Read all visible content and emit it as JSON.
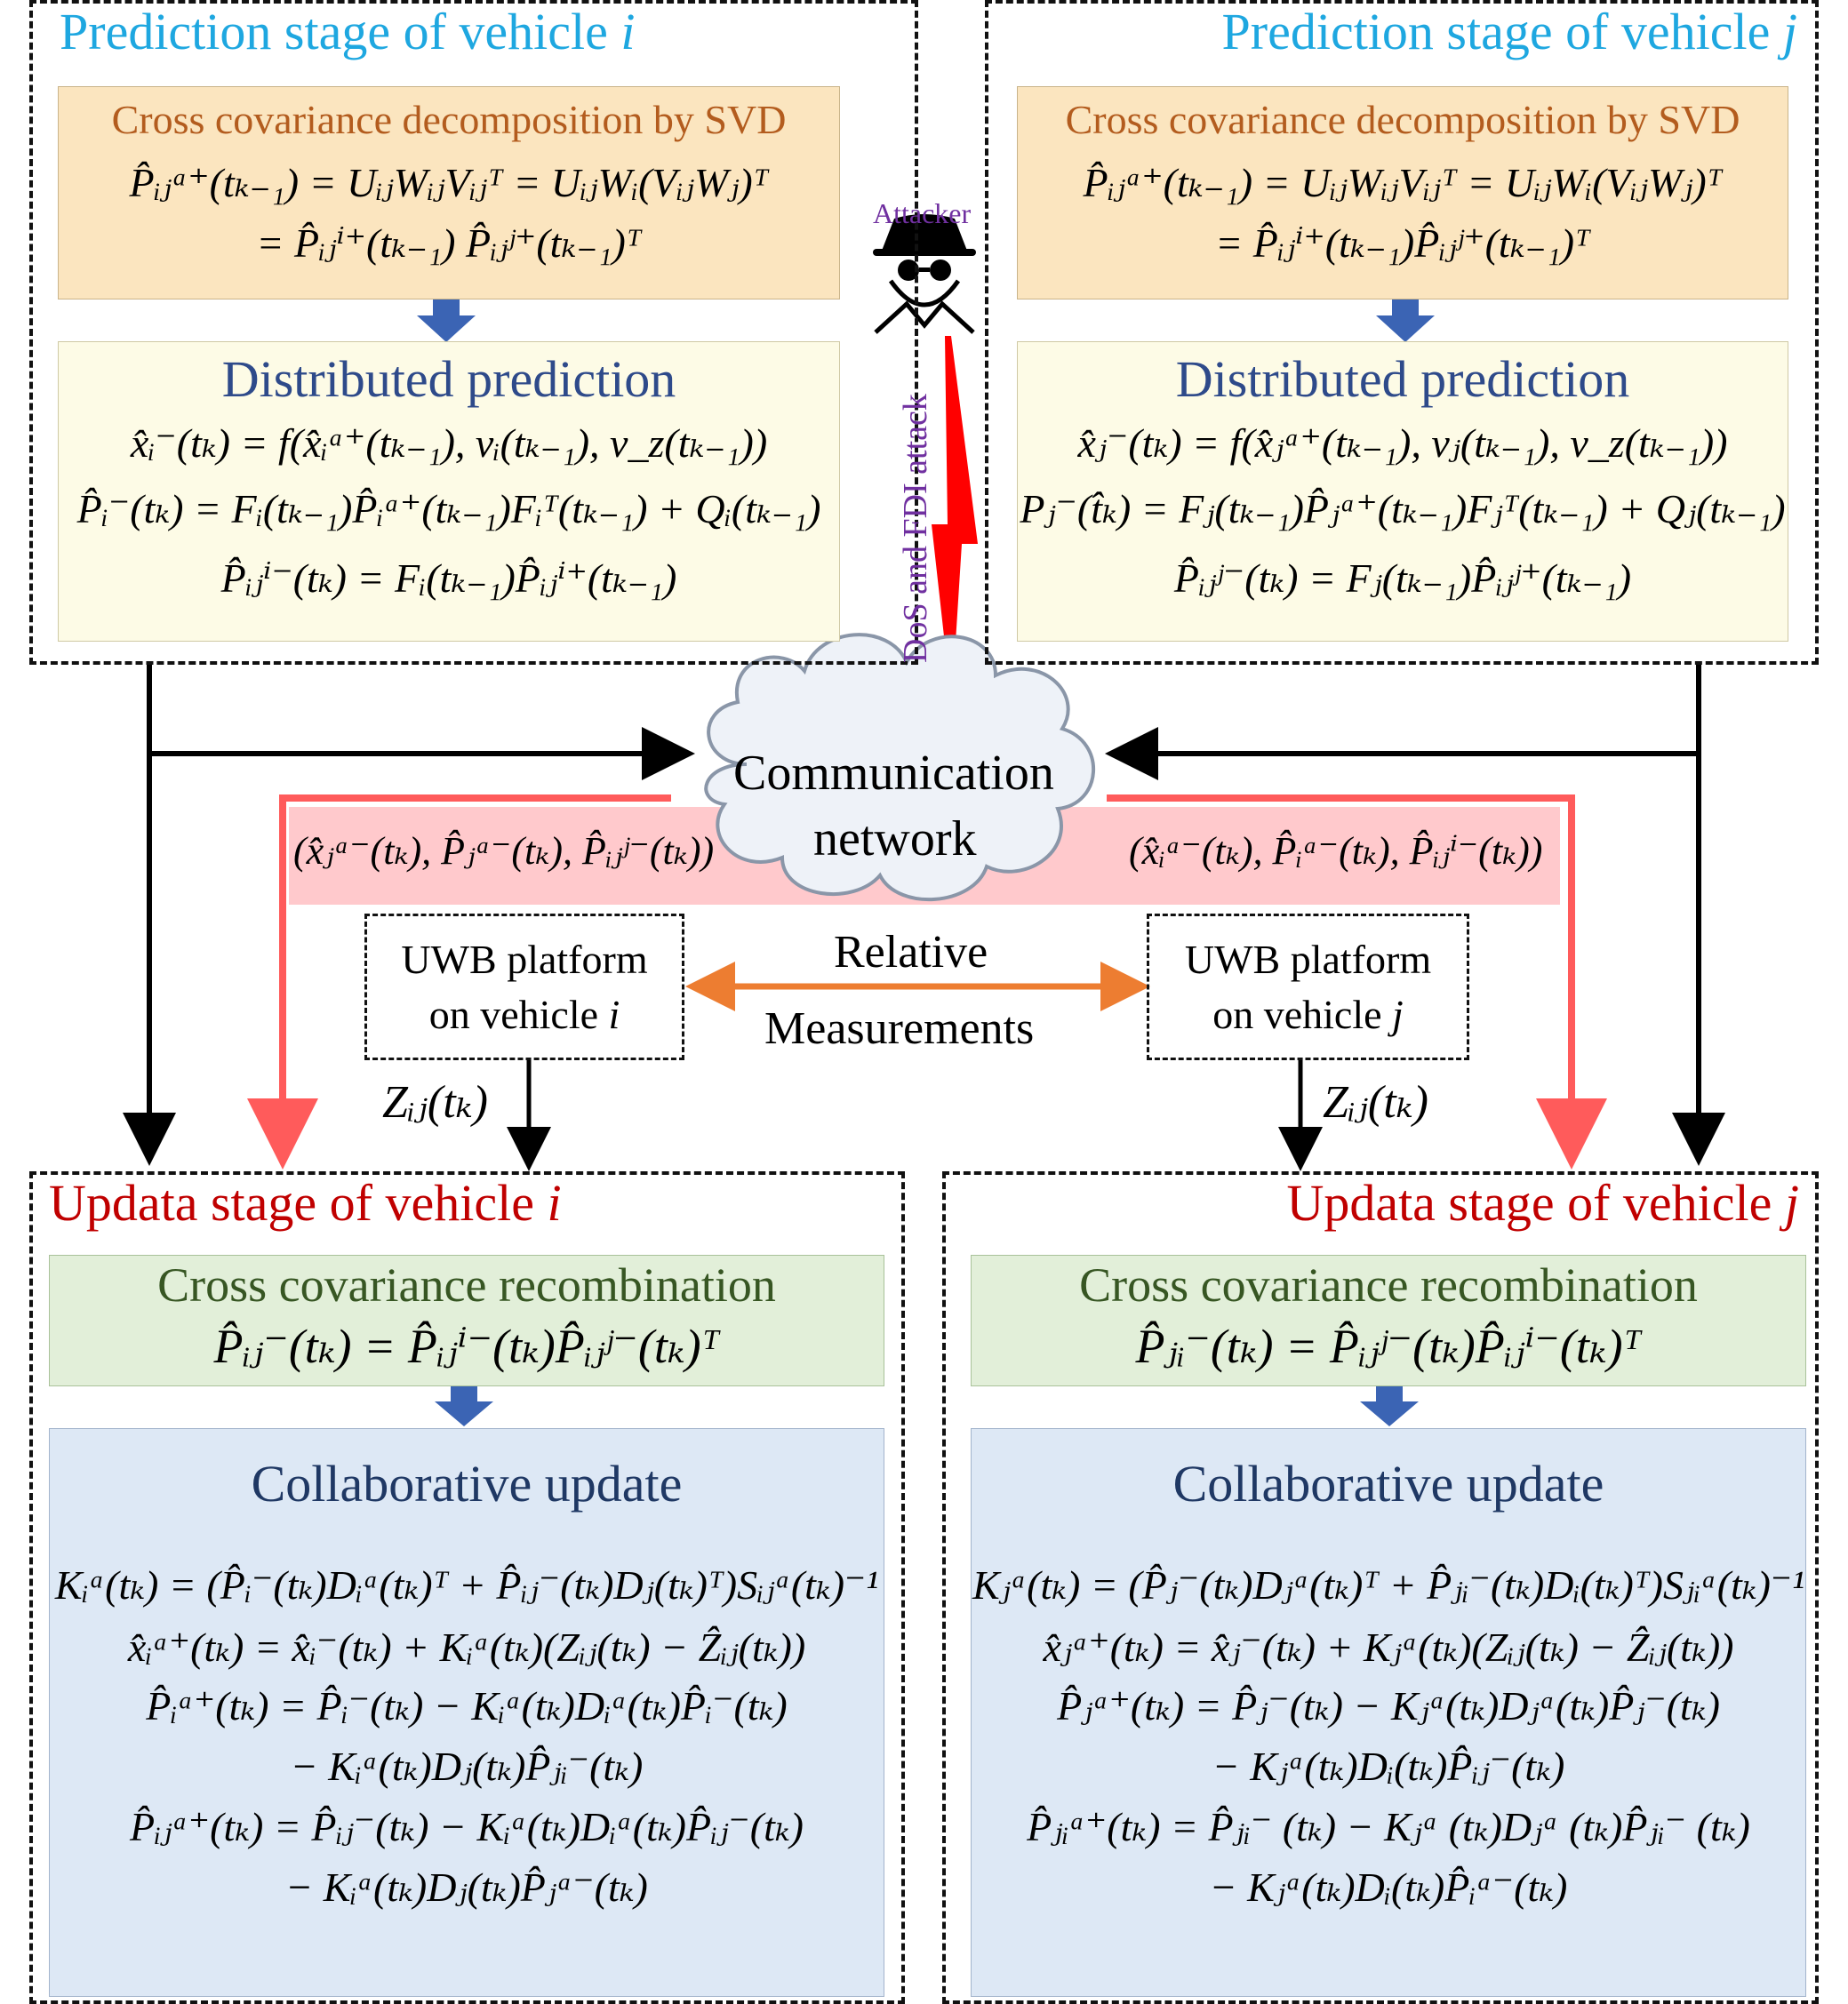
{
  "colors": {
    "stage_title_blue": "#1ea7e0",
    "stage_title_red": "#c00000",
    "svd_box_fill": "#fbe5bf",
    "svd_title": "#b35c1e",
    "pred_box_fill": "#fdfbe6",
    "pred_title": "#2e4a8a",
    "recomb_box_fill": "#e2efd9",
    "recomb_title": "#375623",
    "update_box_fill": "#dde8f5",
    "update_title": "#1f3864",
    "arrow_blue": "#3b64b4",
    "arrow_red": "#ff5b5b",
    "band_pink": "#ffc9cc",
    "arrow_orange": "#ed7d31",
    "attack_purple": "#7030a0",
    "lightning_red": "#ff0000"
  },
  "left_prediction": {
    "title": "Prediction stage of vehicle",
    "title_var": "i",
    "svd_title": "Cross covariance decomposition by SVD",
    "svd_eq1": "P̂ᵢⱼᵃ⁺(tₖ₋₁) = UᵢⱼWᵢⱼVᵢⱼᵀ = UᵢⱼWᵢ(VᵢⱼWⱼ)ᵀ",
    "svd_eq2": "= P̂ᵢⱼⁱ⁺(tₖ₋₁) P̂ᵢⱼʲ⁺(tₖ₋₁)ᵀ",
    "pred_title": "Distributed prediction",
    "pred_eq1": "x̂ᵢ⁻(tₖ) = f(x̂ᵢᵃ⁺(tₖ₋₁), vᵢ(tₖ₋₁), v_z(tₖ₋₁))",
    "pred_eq2": "P̂ᵢ⁻(tₖ) = Fᵢ(tₖ₋₁)P̂ᵢᵃ⁺(tₖ₋₁)Fᵢᵀ(tₖ₋₁) + Qᵢ(tₖ₋₁)",
    "pred_eq3": "P̂ᵢⱼⁱ⁻(tₖ) = Fᵢ(tₖ₋₁)P̂ᵢⱼⁱ⁺(tₖ₋₁)"
  },
  "right_prediction": {
    "title": "Prediction stage of vehicle",
    "title_var": "j",
    "svd_title": "Cross covariance decomposition by SVD",
    "svd_eq1": "P̂ᵢⱼᵃ⁺(tₖ₋₁) = UᵢⱼWᵢⱼVᵢⱼᵀ = UᵢⱼWᵢ(VᵢⱼWⱼ)ᵀ",
    "svd_eq2": "= P̂ᵢⱼⁱ⁺(tₖ₋₁)P̂ᵢⱼʲ⁺(tₖ₋₁)ᵀ",
    "pred_title": "Distributed prediction",
    "pred_eq1": "x̂ⱼ⁻(tₖ) = f(x̂ⱼᵃ⁺(tₖ₋₁), vⱼ(tₖ₋₁), v_z(tₖ₋₁))",
    "pred_eq2": "Pⱼ⁻(t̂ₖ) = Fⱼ(tₖ₋₁)P̂ⱼᵃ⁺(tₖ₋₁)Fⱼᵀ(tₖ₋₁) + Qⱼ(tₖ₋₁)",
    "pred_eq3": "P̂ᵢⱼʲ⁻(tₖ) = Fⱼ(tₖ₋₁)P̂ᵢⱼʲ⁺(tₖ₋₁)"
  },
  "attacker": {
    "label": "Attacker",
    "attack_label": "DoS and FDI attack"
  },
  "network": {
    "line1": "Communication",
    "line2": "network",
    "left_msg": "(x̂ⱼᵃ⁻(tₖ), P̂ⱼᵃ⁻(tₖ), P̂ᵢⱼʲ⁻(tₖ))",
    "right_msg": "(x̂ᵢᵃ⁻(tₖ), P̂ᵢᵃ⁻(tₖ), P̂ᵢⱼⁱ⁻(tₖ))"
  },
  "uwb_left": {
    "line1": "UWB platform",
    "line2": "on vehicle",
    "var": "i"
  },
  "uwb_right": {
    "line1": "UWB platform",
    "line2": "on vehicle",
    "var": "j"
  },
  "relative": {
    "line1": "Relative",
    "line2": "Measurements"
  },
  "measurement": {
    "left": "Zᵢⱼ(tₖ)",
    "right": "Zᵢⱼ(tₖ)"
  },
  "left_update": {
    "title": "Updata stage of vehicle",
    "title_var": "i",
    "recomb_title": "Cross covariance recombination",
    "recomb_eq": "P̂ᵢⱼ⁻(tₖ) = P̂ᵢⱼⁱ⁻(tₖ)P̂ᵢⱼʲ⁻(tₖ)ᵀ",
    "update_title": "Collaborative update",
    "eq1": "Kᵢᵃ(tₖ) = (P̂ᵢ⁻(tₖ)Dᵢᵃ(tₖ)ᵀ + P̂ᵢⱼ⁻(tₖ)Dⱼ(tₖ)ᵀ)Sᵢⱼᵃ(tₖ)⁻¹",
    "eq2": "x̂ᵢᵃ⁺(tₖ) = x̂ᵢ⁻(tₖ) + Kᵢᵃ(tₖ)(Zᵢⱼ(tₖ) − Ẑᵢⱼ(tₖ))",
    "eq3": "P̂ᵢᵃ⁺(tₖ) = P̂ᵢ⁻(tₖ) − Kᵢᵃ(tₖ)Dᵢᵃ(tₖ)P̂ᵢ⁻(tₖ)",
    "eq4": "− Kᵢᵃ(tₖ)Dⱼ(tₖ)P̂ⱼᵢ⁻(tₖ)",
    "eq5": "P̂ᵢⱼᵃ⁺(tₖ) = P̂ᵢⱼ⁻(tₖ) − Kᵢᵃ(tₖ)Dᵢᵃ(tₖ)P̂ᵢⱼ⁻(tₖ)",
    "eq6": "− Kᵢᵃ(tₖ)Dⱼ(tₖ)P̂ⱼᵃ⁻(tₖ)"
  },
  "right_update": {
    "title": "Updata stage of vehicle",
    "title_var": "j",
    "recomb_title": "Cross covariance recombination",
    "recomb_eq": "P̂ⱼᵢ⁻(tₖ) = P̂ᵢⱼʲ⁻(tₖ)P̂ᵢⱼⁱ⁻(tₖ)ᵀ",
    "update_title": "Collaborative update",
    "eq1": "Kⱼᵃ(tₖ) = (P̂ⱼ⁻(tₖ)Dⱼᵃ(tₖ)ᵀ + P̂ⱼᵢ⁻(tₖ)Dᵢ(tₖ)ᵀ)Sⱼᵢᵃ(tₖ)⁻¹",
    "eq2": "x̂ⱼᵃ⁺(tₖ) = x̂ⱼ⁻(tₖ) + Kⱼᵃ(tₖ)(Zᵢⱼ(tₖ) − Ẑᵢⱼ(tₖ))",
    "eq3": "P̂ⱼᵃ⁺(tₖ) = P̂ⱼ⁻(tₖ) − Kⱼᵃ(tₖ)Dⱼᵃ(tₖ)P̂ⱼ⁻(tₖ)",
    "eq4": "− Kⱼᵃ(tₖ)Dᵢ(tₖ)P̂ᵢⱼ⁻(tₖ)",
    "eq5": "P̂ⱼᵢᵃ⁺(tₖ) = P̂ⱼᵢ⁻ (tₖ) − Kⱼᵃ (tₖ)Dⱼᵃ (tₖ)P̂ⱼᵢ⁻ (tₖ)",
    "eq6": "− Kⱼᵃ(tₖ)Dᵢ(tₖ)P̂ᵢᵃ⁻(tₖ)"
  }
}
